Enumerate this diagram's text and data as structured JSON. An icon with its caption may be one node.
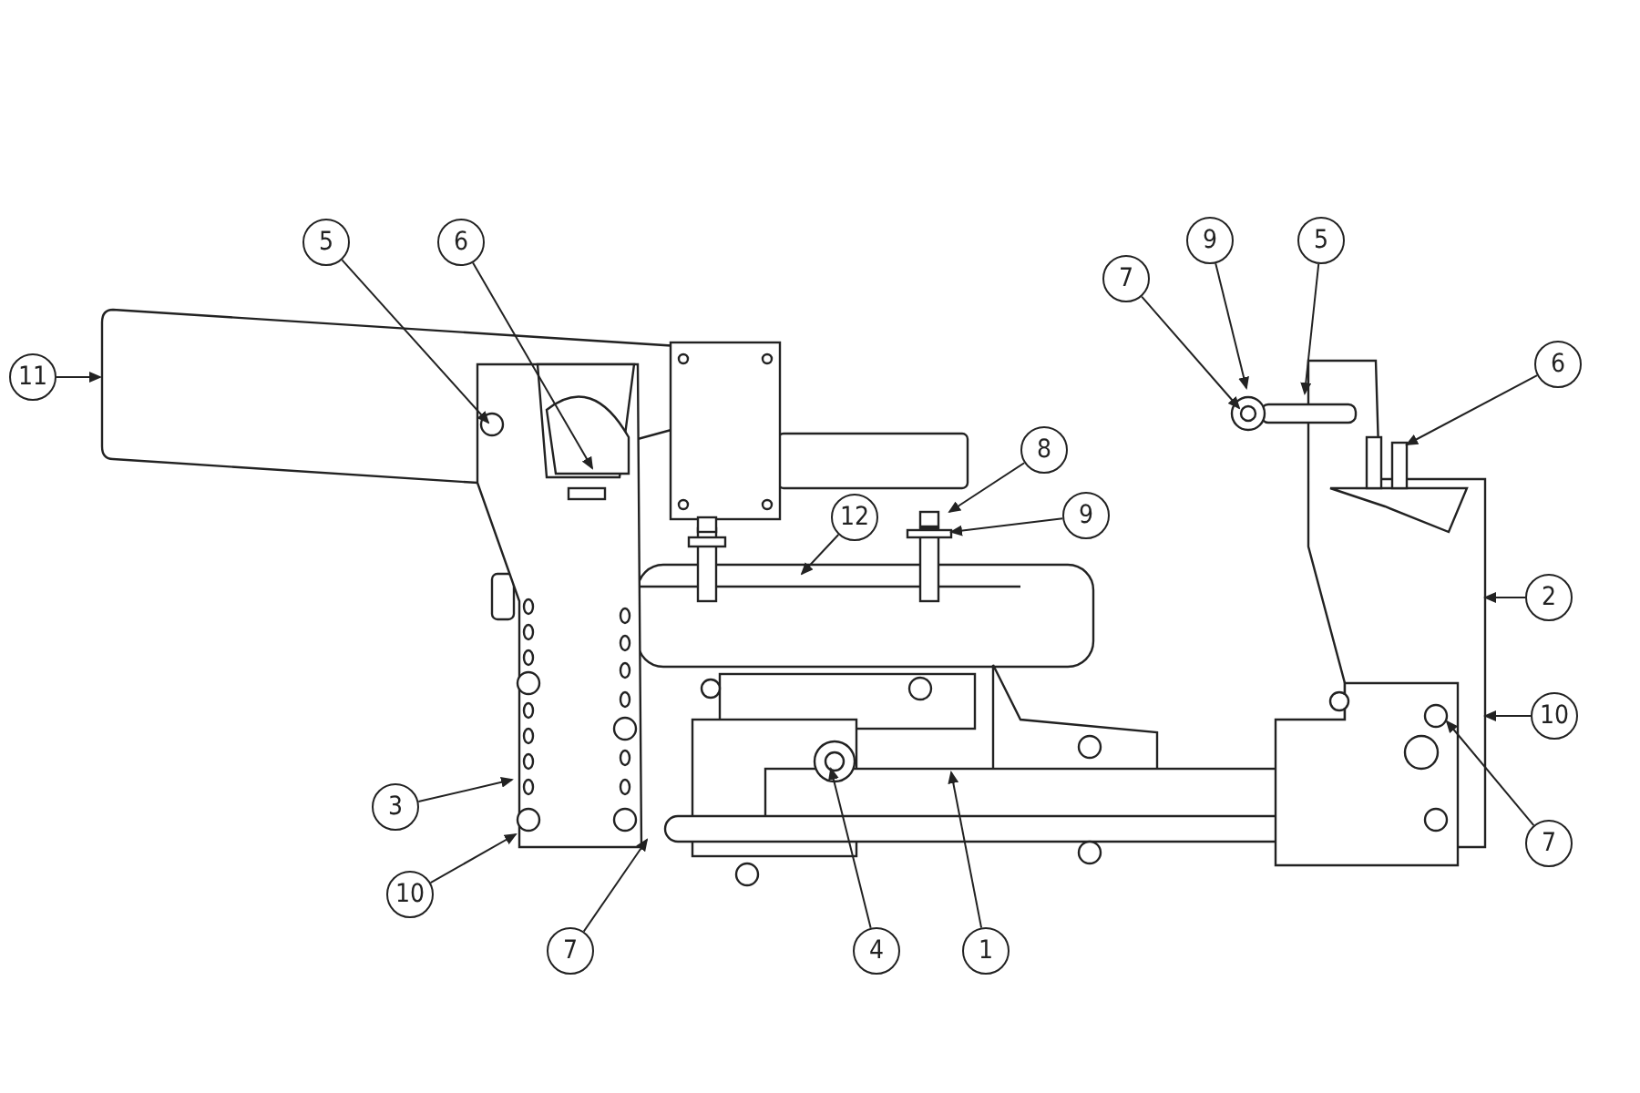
{
  "diagram": {
    "nodes": [
      {
        "text": [
          "11"
        ]
      },
      {
        "text": [
          "5"
        ]
      },
      {
        "text": [
          "6"
        ]
      },
      {
        "text": [
          "7"
        ]
      },
      {
        "text": [
          "9"
        ]
      },
      {
        "text": [
          "5"
        ]
      },
      {
        "text": [
          "6"
        ]
      },
      {
        "text": [
          "8"
        ]
      },
      {
        "text": [
          "12"
        ]
      },
      {
        "text": [
          "9"
        ]
      },
      {
        "text": [
          "2"
        ]
      },
      {
        "text": [
          "3"
        ]
      },
      {
        "text": [
          "10"
        ]
      },
      {
        "text": [
          "10"
        ]
      },
      {
        "text": [
          "7"
        ]
      },
      {
        "text": [
          "7"
        ]
      },
      {
        "text": [
          "4"
        ]
      },
      {
        "text": [
          "1"
        ]
      }
    ],
    "edges": [
      {
        "from": 0,
        "to": null,
        "arrow": "to"
      },
      {
        "from": 1,
        "to": null,
        "arrow": "to"
      },
      {
        "from": 2,
        "to": null,
        "arrow": "to"
      },
      {
        "from": 3,
        "to": null,
        "arrow": "to"
      },
      {
        "from": 4,
        "to": null,
        "arrow": "to"
      },
      {
        "from": 5,
        "to": null,
        "arrow": "to"
      },
      {
        "from": 6,
        "to": null,
        "arrow": "to"
      },
      {
        "from": 7,
        "to": null,
        "arrow": "to"
      },
      {
        "from": 8,
        "to": null,
        "arrow": "to"
      },
      {
        "from": 9,
        "to": null,
        "arrow": "to"
      },
      {
        "from": 10,
        "to": null,
        "arrow": "to"
      },
      {
        "from": 11,
        "to": null,
        "arrow": "to"
      },
      {
        "from": 12,
        "to": null,
        "arrow": "to"
      },
      {
        "from": 13,
        "to": null,
        "arrow": "to"
      },
      {
        "from": 14,
        "to": null,
        "arrow": "to"
      },
      {
        "from": 15,
        "to": null,
        "arrow": "to"
      },
      {
        "from": 16,
        "to": null,
        "arrow": "to"
      },
      {
        "from": 17,
        "to": null,
        "arrow": "to"
      }
    ]
  }
}
